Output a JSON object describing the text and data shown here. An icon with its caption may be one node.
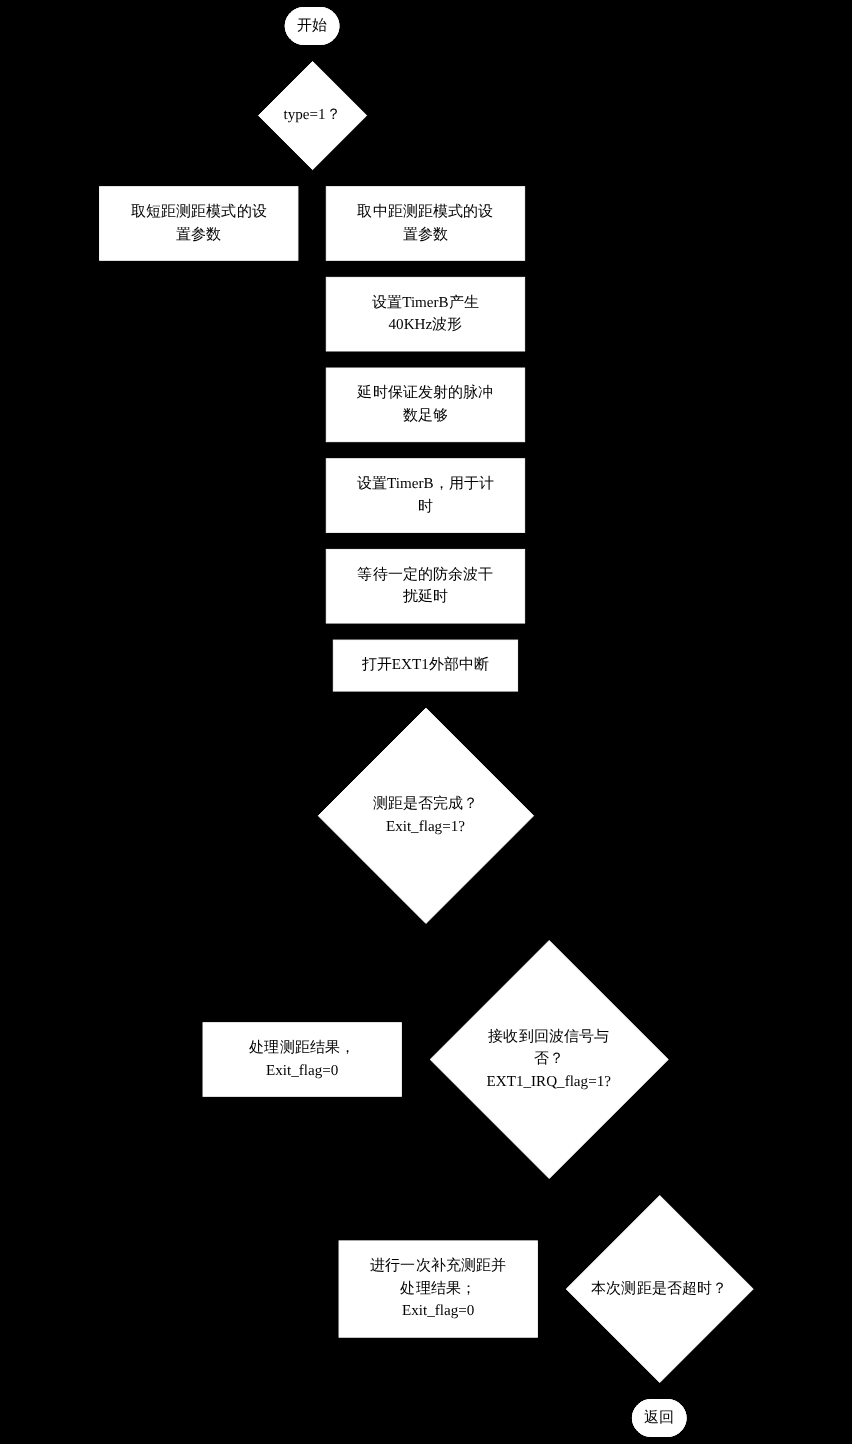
{
  "diagram": {
    "nodes": [
      {
        "text": [
          "开始"
        ]
      },
      {
        "text": [
          "type=1？"
        ]
      },
      {
        "text": [
          "取短距测距模式的设置参数"
        ]
      },
      {
        "text": [
          "取中距测距模式的设置参数"
        ]
      },
      {
        "text": [
          "设置TimerB产生40KHz波形"
        ]
      },
      {
        "text": [
          "延时保证发射的脉冲数足够"
        ]
      },
      {
        "text": [
          "设置TimerB，用于计时"
        ]
      },
      {
        "text": [
          "等待一定的防余波干扰延时"
        ]
      },
      {
        "text": [
          "打开EXT1外部中断"
        ]
      },
      {
        "text": [
          "测距是否完成？Exit_flag=1?"
        ]
      },
      {
        "text": [
          "处理测距结果，Exit_flag=0"
        ]
      },
      {
        "text": [
          "接收到回波信号与否？EXT1_IRQ_flag=1?"
        ]
      },
      {
        "text": [
          "进行一次补充测距并处理结果；Exit_flag=0"
        ]
      },
      {
        "text": [
          "本次测距是否超时？"
        ]
      },
      {
        "text": [
          "返回"
        ]
      }
    ],
    "edges": []
  }
}
